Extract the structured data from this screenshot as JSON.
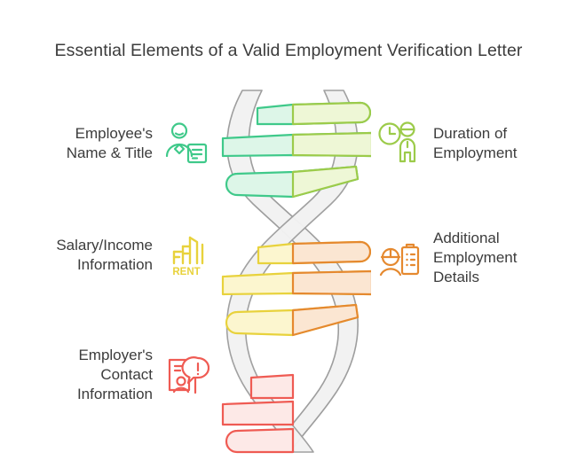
{
  "title": "Essential Elements of a Valid Employment Verification Letter",
  "colors": {
    "text": "#3c3c3c",
    "green": "#3fc98a",
    "light_green": "#9ccb4a",
    "yellow": "#e8d23c",
    "orange": "#e5892f",
    "red": "#ef5b53",
    "ribbon_fill": "#f2f2f2",
    "ribbon_stroke": "#9e9e9e",
    "background": "#ffffff"
  },
  "items": {
    "left": [
      {
        "id": "employee-name-title",
        "label": "Employee's\nName & Title",
        "icon": "person-document-icon",
        "color": "#3fc98a"
      },
      {
        "id": "salary-income",
        "label": "Salary/Income\nInformation",
        "icon": "rent-building-icon",
        "icon_text": "RENT",
        "color": "#e8d23c"
      },
      {
        "id": "employer-contact",
        "label": "Employer's\nContact\nInformation",
        "icon": "contact-alert-icon",
        "color": "#ef5b53"
      }
    ],
    "right": [
      {
        "id": "duration-employment",
        "label": "Duration of\nEmployment",
        "icon": "clock-person-icon",
        "color": "#9ccb4a"
      },
      {
        "id": "additional-details",
        "label": "Additional\nEmployment\nDetails",
        "icon": "worker-clipboard-icon",
        "color": "#e5892f"
      }
    ]
  },
  "dna": {
    "description": "double-helix ribbon with three groups of colored base-pair rungs",
    "groups": [
      {
        "name": "top",
        "left_color": "#3fc98a",
        "right_color": "#9ccb4a",
        "rungs": 3
      },
      {
        "name": "middle",
        "left_color": "#e8d23c",
        "right_color": "#e5892f",
        "rungs": 3
      },
      {
        "name": "bottom",
        "left_color": "#ef5b53",
        "right_color": "#ef5b53",
        "rungs": 3
      }
    ]
  }
}
